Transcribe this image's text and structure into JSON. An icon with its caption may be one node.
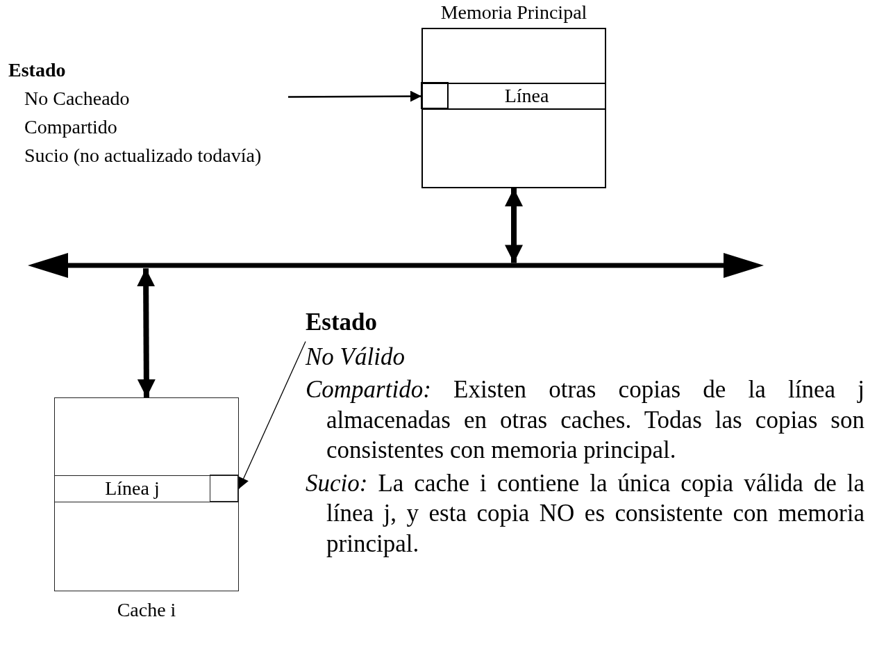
{
  "diagram": {
    "nodes": [
      {
        "text": [
          "Memoria Principal"
        ]
      },
      {
        "text": [
          "Línea"
        ],
        "in": 0
      },
      {
        "text": [],
        "shape": "box",
        "in": 1
      },
      {
        "text": [
          "Estado",
          "No Cacheado",
          "Compartido",
          "Sucio (no actualizado todavía)"
        ]
      },
      {
        "text": [],
        "shape": "bar"
      },
      {
        "text": [
          "Cache i"
        ]
      },
      {
        "text": [
          "Línea j"
        ],
        "in": 5
      },
      {
        "text": [],
        "shape": "box",
        "in": 6
      },
      {
        "text": [
          "Estado",
          "No Válido",
          "*Compartido:* Existen otras copias de la línea j almacenadas en otras caches. Todas las copias son consistentes con memoria principal.",
          "*Sucio:* La cache i contiene la única copia válida de la línea j, y esta copia NO es consistente con memoria principal."
        ]
      }
    ],
    "edges": [
      {
        "from": 3,
        "to": 2,
        "arrow": "to"
      },
      {
        "from": 0,
        "to": 4,
        "arrow": "both",
        "style": "thick"
      },
      {
        "from": 4,
        "to": 5,
        "arrow": "both",
        "style": "thick"
      },
      {
        "from": 8,
        "to": 7,
        "arrow": "to"
      }
    ]
  }
}
